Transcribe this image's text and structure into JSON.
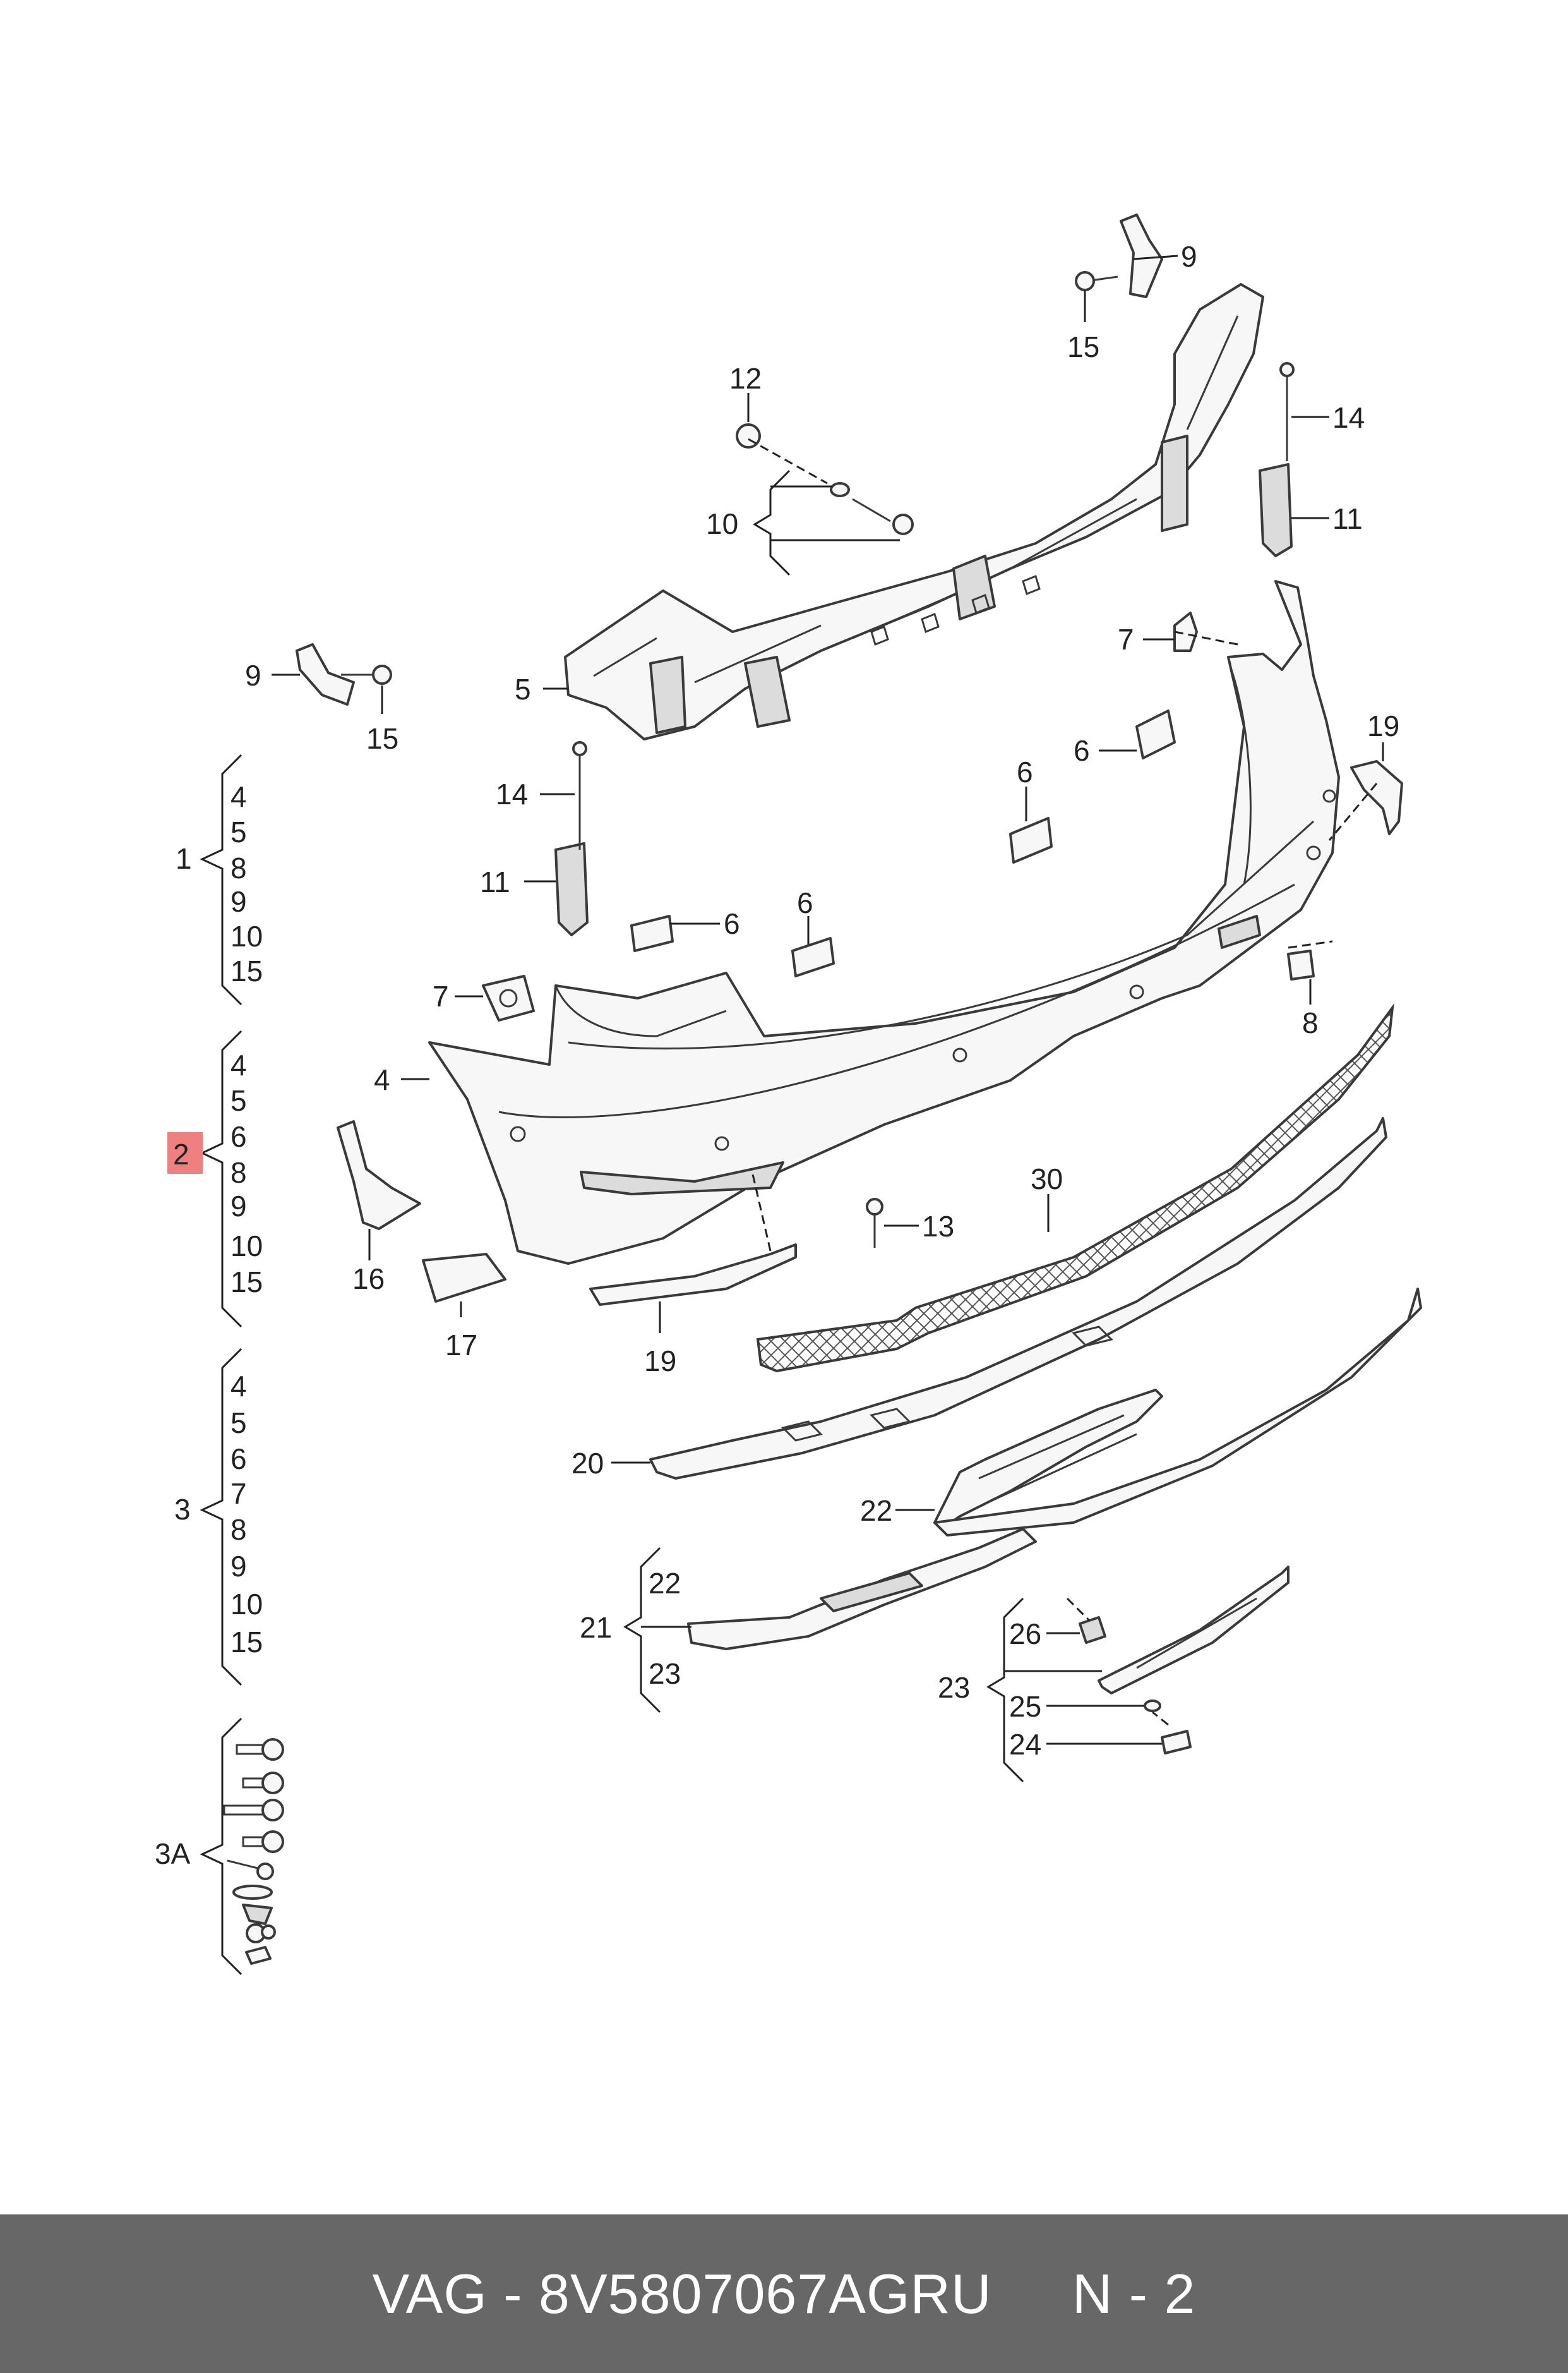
{
  "footer": {
    "brand": "VAG",
    "separator": "-",
    "part_number": "8V5807067AGRU",
    "page": "N - 2"
  },
  "highlight_color": "#f08080",
  "footer_bg": "#676767",
  "groups": [
    {
      "id": "1",
      "items": [
        "4",
        "5",
        "8",
        "9",
        "10",
        "15"
      ]
    },
    {
      "id": "2",
      "items": [
        "4",
        "5",
        "6",
        "8",
        "9",
        "10",
        "15"
      ],
      "highlighted": true
    },
    {
      "id": "3",
      "items": [
        "4",
        "5",
        "6",
        "7",
        "8",
        "9",
        "10",
        "15"
      ]
    },
    {
      "id": "3A",
      "items": []
    }
  ],
  "callouts": {
    "c9a": "9",
    "c15a": "15",
    "c12": "12",
    "c10": "10",
    "c14a": "14",
    "c11a": "11",
    "c7a": "7",
    "c6a": "6",
    "c19a": "19",
    "c9b": "9",
    "c15b": "15",
    "c5": "5",
    "c6b": "6",
    "c14b": "14",
    "c11b": "11",
    "c6c": "6",
    "c6d": "6",
    "c7b": "7",
    "c8": "8",
    "c4": "4",
    "c30": "30",
    "c13": "13",
    "c16": "16",
    "c17": "17",
    "c19b": "19",
    "c20": "20",
    "c22a": "22",
    "c21": "21",
    "c22b": "22",
    "c23a": "23",
    "c26": "26",
    "c23b": "23",
    "c25": "25",
    "c24": "24"
  }
}
